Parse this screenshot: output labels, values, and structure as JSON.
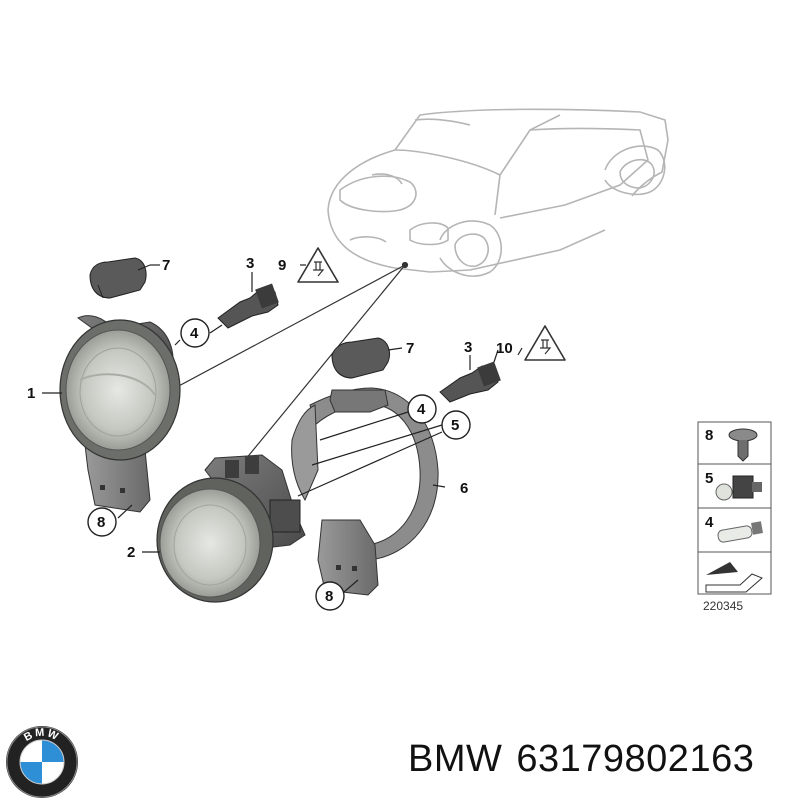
{
  "callouts": {
    "c1": "1",
    "c2": "2",
    "c3a": "3",
    "c3b": "3",
    "c4a": "4",
    "c4b": "4",
    "c5": "5",
    "c6": "6",
    "c7a": "7",
    "c7b": "7",
    "c8a": "8",
    "c8b": "8",
    "c9": "9",
    "c10": "10"
  },
  "legend": {
    "items": [
      "8",
      "5",
      "4"
    ],
    "diagram_number": "220345"
  },
  "footer": {
    "brand": "BMW",
    "part_number": "63179802163",
    "logo_text": "BMW"
  },
  "colors": {
    "line": "#888888",
    "part_dark": "#555555",
    "part_mid": "#8a8a8a",
    "lens": "#c8ccc6",
    "bmw_blue": "#2e8fd6"
  }
}
